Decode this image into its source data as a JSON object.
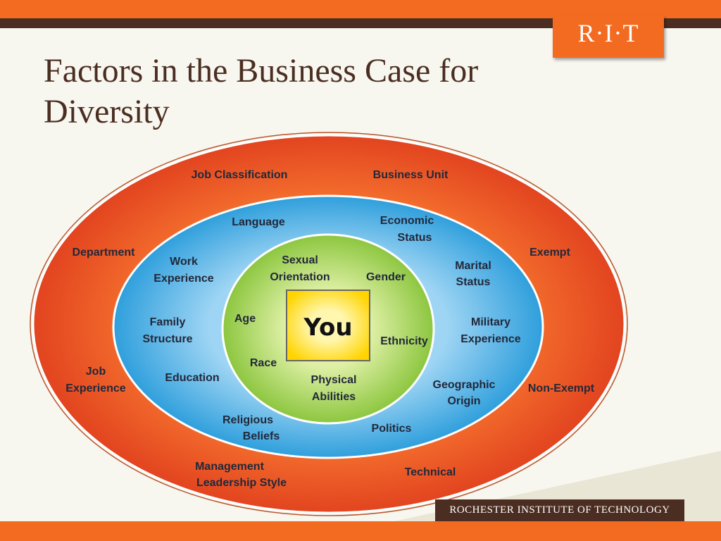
{
  "slide": {
    "title": "Factors in the Business Case for Diversity",
    "logo_text": "R·I·T",
    "footer_text": "ROCHESTER INSTITUTE OF TECHNOLOGY"
  },
  "colors": {
    "orange": "#f26b21",
    "brown": "#4b2e21",
    "outer_ring": "#ef5a2a",
    "middle_ring": "#3aa7e0",
    "inner_circle": "#8cc63f",
    "center_box": "#ffe61a"
  },
  "diagram": {
    "center": {
      "label": "You"
    },
    "rings": [
      {
        "name": "inner",
        "labels": [
          "Sexual",
          "Orientation",
          "Gender",
          "Age",
          "Ethnicity",
          "Race",
          "Physical",
          "Abilities"
        ]
      },
      {
        "name": "middle",
        "labels": [
          "Language",
          "Economic",
          "Status",
          "Work",
          "Experience",
          "Marital",
          "Status",
          "Family",
          "Structure",
          "Military",
          "Experience",
          "Education",
          "Geographic",
          "Origin",
          "Religious",
          "Beliefs",
          "Politics"
        ]
      },
      {
        "name": "outer",
        "labels": [
          "Job Classification",
          "Business Unit",
          "Department",
          "Exempt",
          "Job",
          "Experience",
          "Non-Exempt",
          "Management",
          "Leadership Style",
          "Technical"
        ]
      }
    ]
  }
}
